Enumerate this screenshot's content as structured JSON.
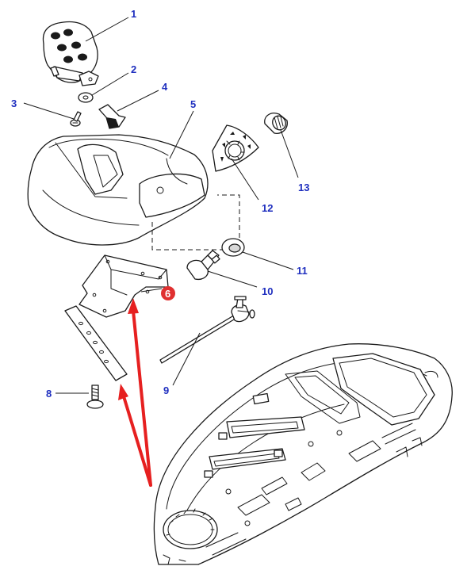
{
  "callouts": [
    {
      "id": "c1",
      "text": "1"
    },
    {
      "id": "c2",
      "text": "2"
    },
    {
      "id": "c3",
      "text": "3"
    },
    {
      "id": "c4",
      "text": "4"
    },
    {
      "id": "c5",
      "text": "5"
    },
    {
      "id": "c6",
      "text": "6",
      "highlighted": true
    },
    {
      "id": "c7",
      "text": "8"
    },
    {
      "id": "c8",
      "text": "9"
    },
    {
      "id": "c9",
      "text": "10"
    },
    {
      "id": "c10",
      "text": "11"
    },
    {
      "id": "c11",
      "text": "12"
    },
    {
      "id": "c12",
      "text": "13"
    }
  ],
  "colors": {
    "callout_text": "#1f2fbf",
    "highlight_badge": "#e03030",
    "highlight_text": "#ffffff",
    "arrow": "#e62020",
    "line_art": "#1a1a1a"
  },
  "icons": {
    "arrow_upper": "red-arrow-icon",
    "arrow_lower": "red-arrow-icon"
  }
}
